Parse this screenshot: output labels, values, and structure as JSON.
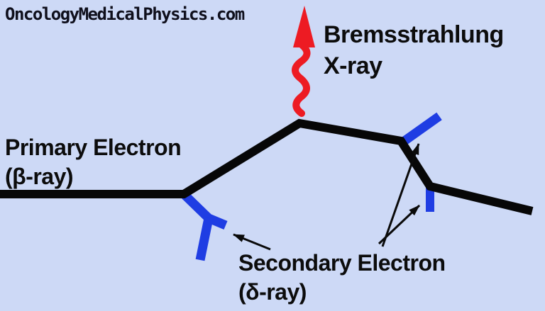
{
  "site": {
    "logo_text": "OncologyMedicalPhysics.com"
  },
  "labels": {
    "bremsstrahlung": {
      "line1": "Bremsstrahlung",
      "line2": "X-ray"
    },
    "primary": {
      "line1": "Primary Electron",
      "line2": "(β-ray)"
    },
    "secondary": {
      "line1": "Secondary Electron",
      "line2": "(δ-ray)"
    }
  },
  "colors": {
    "background": "#cdd9f6",
    "primary_track": "#070707",
    "secondary_electron": "#1f3de3",
    "xray_red": "#ed1b23",
    "text": "#0c0c0c"
  }
}
